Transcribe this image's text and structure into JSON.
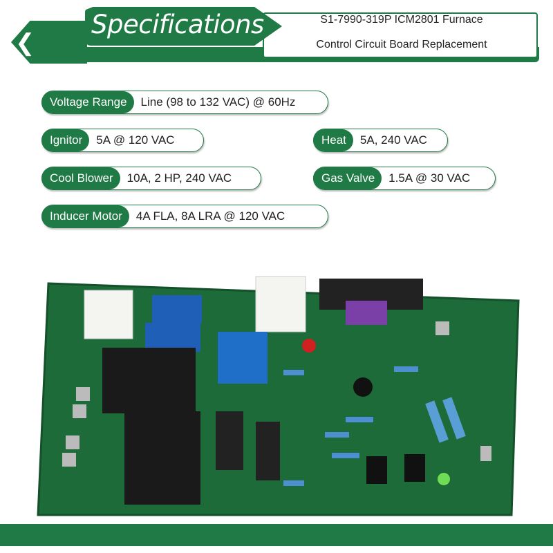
{
  "header": {
    "title": "Specifications",
    "subtitle_line1": "S1-7990-319P ICM2801 Furnace",
    "subtitle_line2": "Control Circuit Board Replacement"
  },
  "specs": [
    {
      "label": "Voltage Range",
      "value": "Line (98 to 132 VAC) @ 60Hz"
    },
    {
      "label": "Ignitor",
      "value": "5A @ 120 VAC"
    },
    {
      "label": "Heat",
      "value": "5A, 240 VAC"
    },
    {
      "label": "Cool Blower",
      "value": "10A, 2 HP, 240 VAC"
    },
    {
      "label": "Gas Valve",
      "value": "1.5A @ 30 VAC"
    },
    {
      "label": "Inducer Motor",
      "value": "4A FLA, 8A LRA @ 120 VAC"
    }
  ],
  "colors": {
    "brand_green": "#1f7a45",
    "pcb_green": "#1d6b38"
  }
}
